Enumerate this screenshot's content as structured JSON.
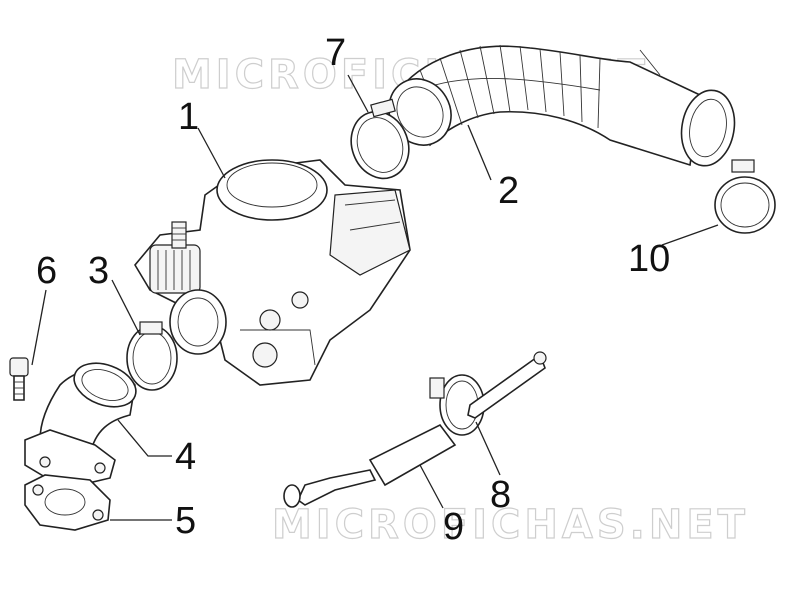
{
  "watermark": {
    "top": "MICROFICHAS.NET",
    "bottom": "MICROFICHAS.NET"
  },
  "callouts": [
    {
      "id": "1",
      "label": "1"
    },
    {
      "id": "2",
      "label": "2"
    },
    {
      "id": "3",
      "label": "3"
    },
    {
      "id": "4",
      "label": "4"
    },
    {
      "id": "5",
      "label": "5"
    },
    {
      "id": "6",
      "label": "6"
    },
    {
      "id": "7",
      "label": "7"
    },
    {
      "id": "8",
      "label": "8"
    },
    {
      "id": "9",
      "label": "9"
    },
    {
      "id": "10",
      "label": "10"
    }
  ],
  "colors": {
    "line": "#222222",
    "background": "#ffffff",
    "watermark": "#c9c9c9"
  }
}
